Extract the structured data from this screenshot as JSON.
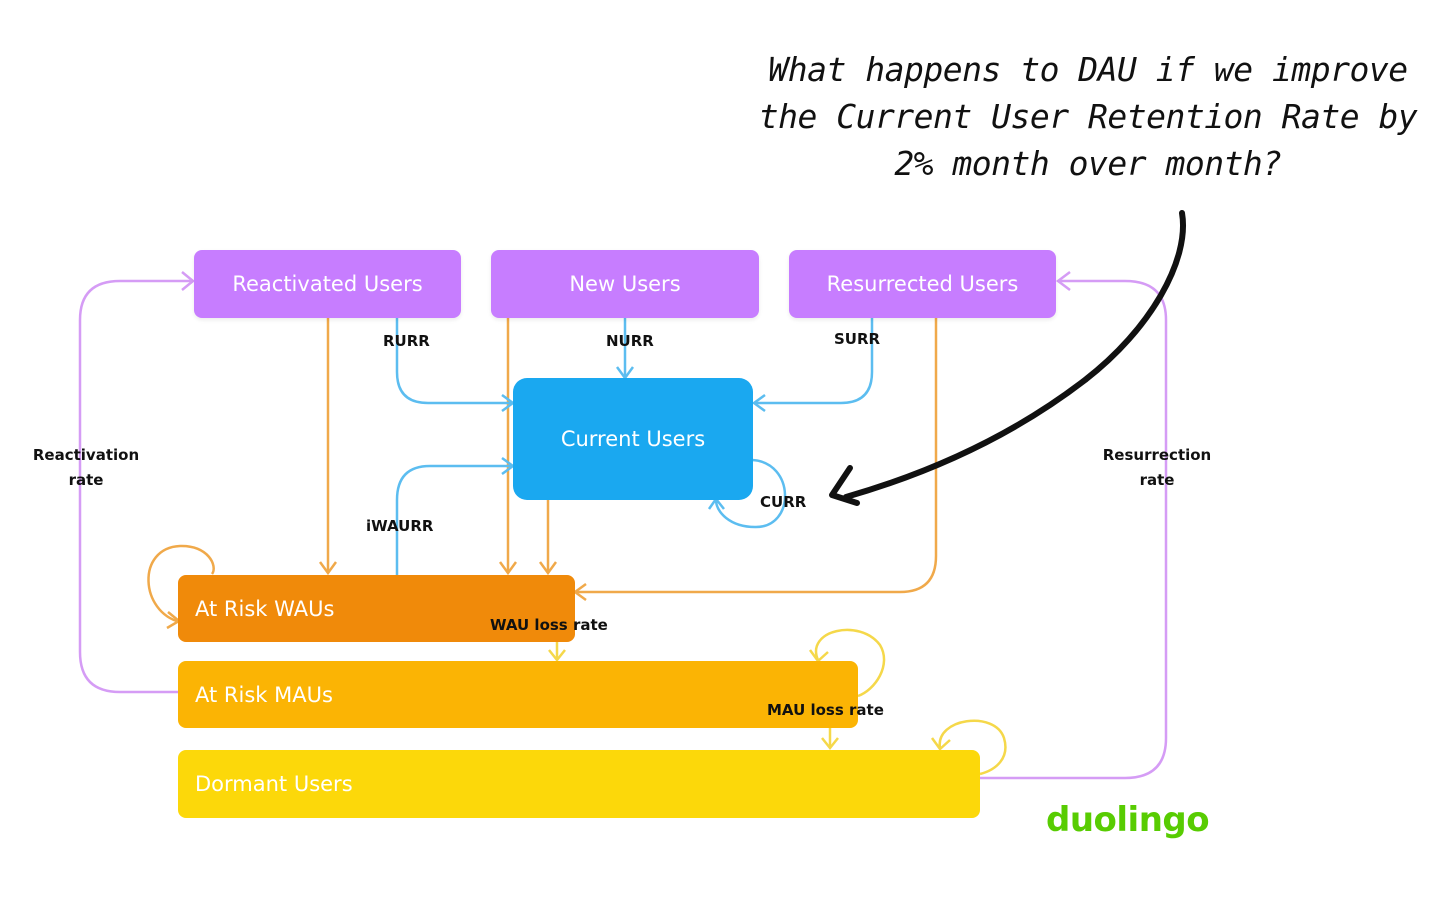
{
  "question": "What happens to DAU if we improve the Current User Retention Rate by 2% month over month?",
  "nodes": {
    "reactivated_users": "Reactivated Users",
    "new_users": "New Users",
    "resurrected_users": "Resurrected Users",
    "current_users": "Current Users",
    "at_risk_waus": "At Risk WAUs",
    "at_risk_maus": "At Risk MAUs",
    "dormant_users": "Dormant Users"
  },
  "edge_labels": {
    "rurr": "RURR",
    "nurr": "NURR",
    "surr": "SURR",
    "curr": "CURR",
    "iwaurr": "iWAURR",
    "wau_loss_rate": "WAU loss rate",
    "mau_loss_rate": "MAU loss rate",
    "reactivation_rate_line1": "Reactivation",
    "reactivation_rate_line2": "rate",
    "resurrection_rate_line1": "Resurrection",
    "resurrection_rate_line2": "rate"
  },
  "brand": "duolingo",
  "colors": {
    "purple_box": "#c77dff",
    "purple_line": "#d59cf5",
    "blue_box": "#1aa8f0",
    "blue_line": "#5cbdf0",
    "orange_line": "#f0a94a",
    "yellow_line": "#f5d84a",
    "at_risk_waus": "#f08a0a",
    "at_risk_maus": "#fbb404",
    "dormant_users": "#fcd80a",
    "brand_green": "#58cc02"
  }
}
